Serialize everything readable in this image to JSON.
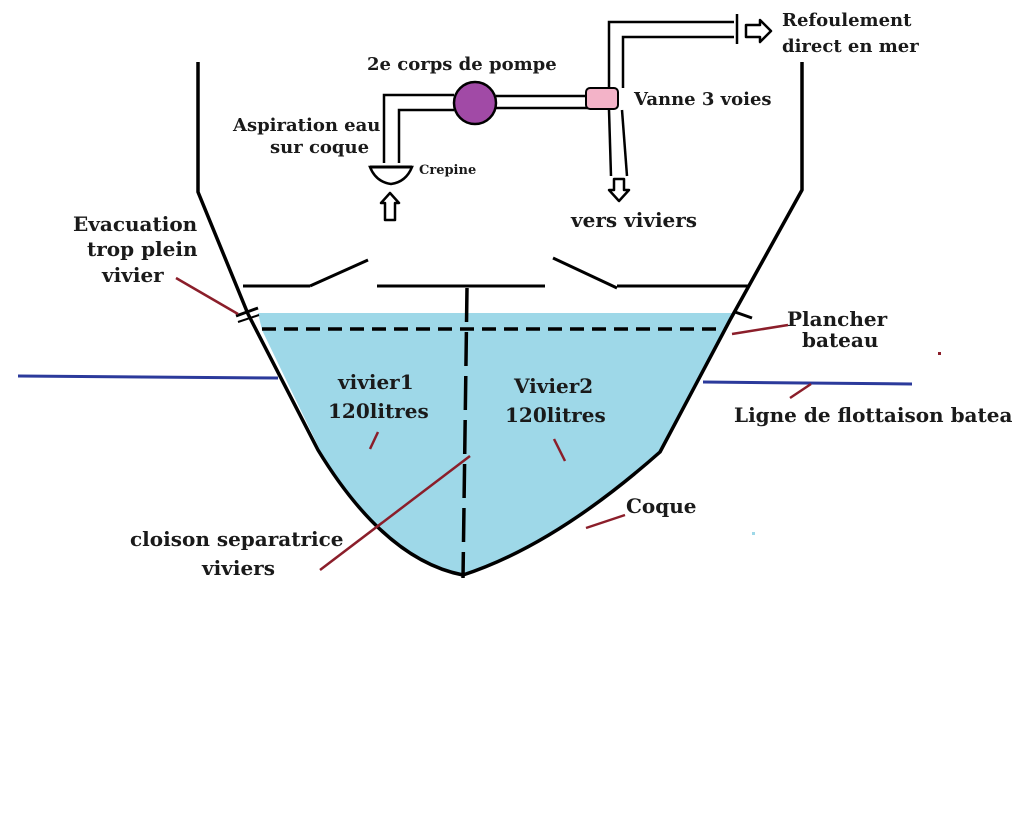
{
  "diagram": {
    "labels": {
      "pump": "2e corps de pompe",
      "refoulement_line1": "Refoulement",
      "refoulement_line2": "direct  en mer",
      "valve": "Vanne 3 voies",
      "aspiration_line1": "Aspiration  eau",
      "aspiration_line2": "sur coque",
      "crepine": "Crepine",
      "vers_viviers": "vers viviers",
      "evacuation_line1": "Evacuation",
      "evacuation_line2": "trop plein",
      "evacuation_line3": "vivier",
      "plancher_line1": "Plancher",
      "plancher_line2": "bateau",
      "vivier1_line1": "vivier1",
      "vivier1_line2": "120litres",
      "vivier2_line1": "Vivier2",
      "vivier2_line2": "120litres",
      "flottaison": "Ligne de flottaison bateau",
      "coque": "Coque",
      "cloison_line1": "cloison separatrice",
      "cloison_line2": "viviers"
    },
    "colors": {
      "water": "#9ed8e8",
      "pump": "#a14aa6",
      "valve": "#f3b3c8",
      "waterline": "#2b3a9b",
      "pointer": "#8b1e2a",
      "outline": "#000000"
    }
  }
}
